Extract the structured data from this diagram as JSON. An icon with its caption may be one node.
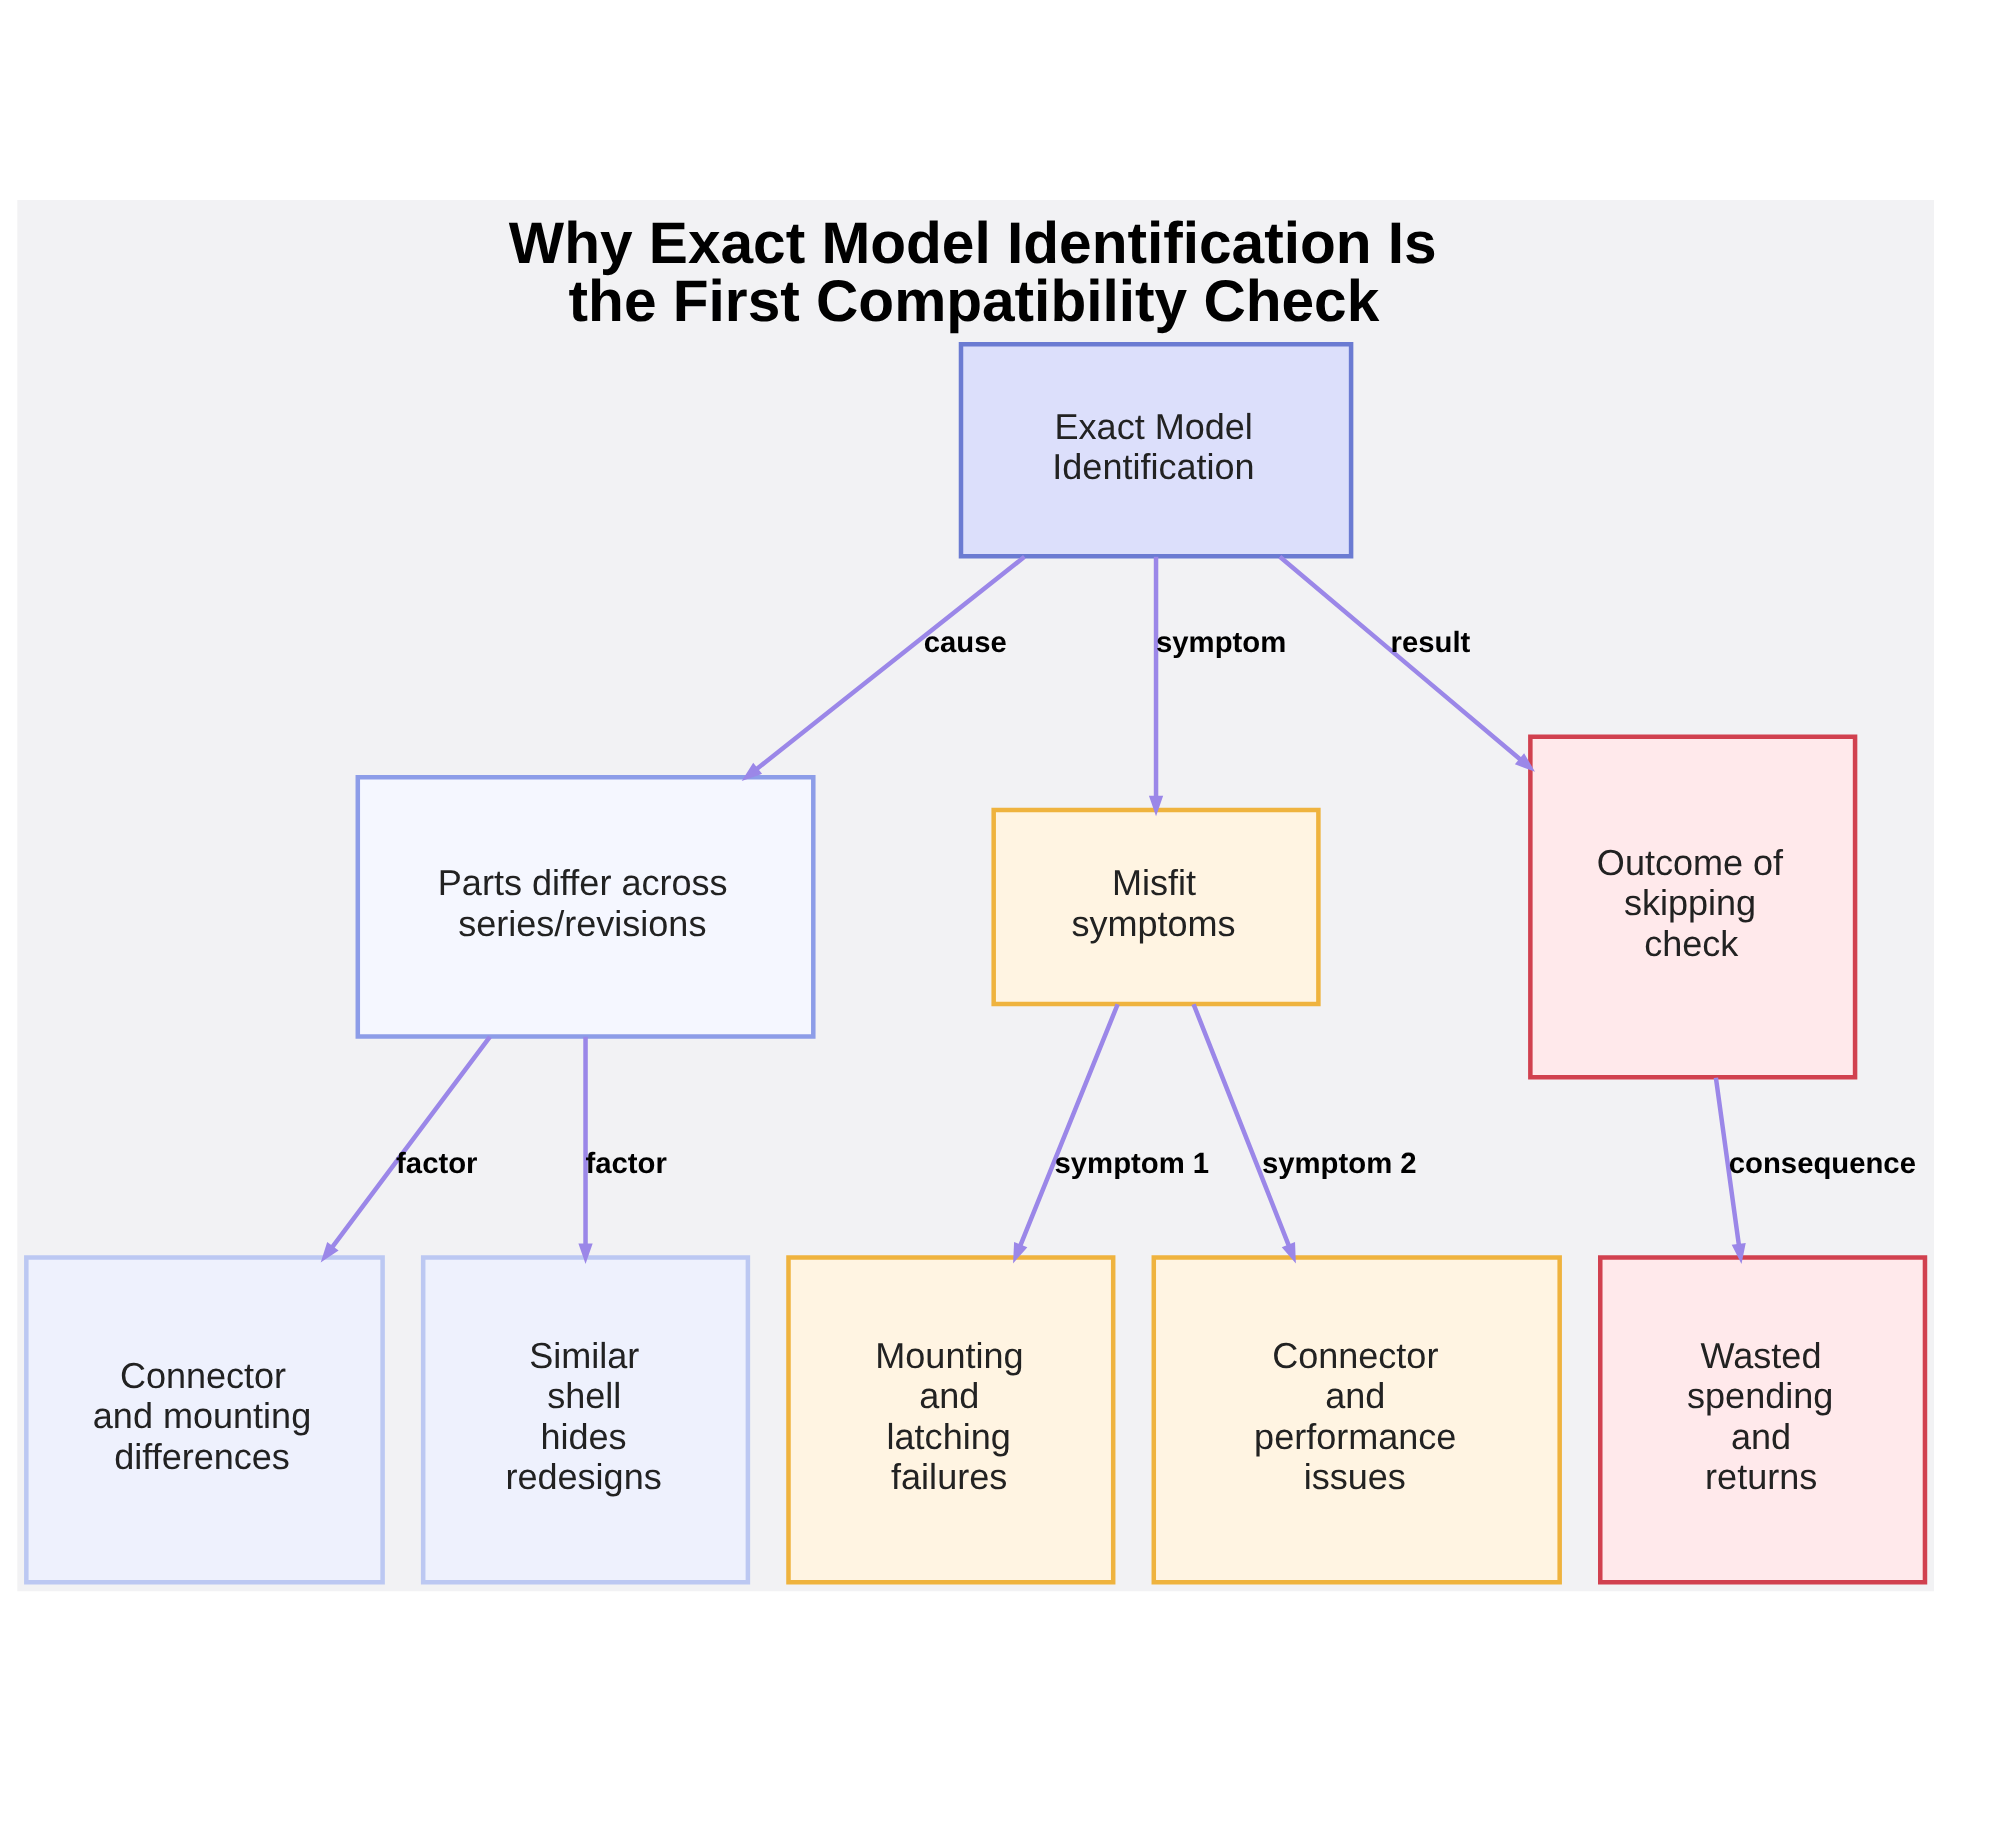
{
  "diagram": {
    "title": "Why Exact Model Identification Is the First Compatibility Check",
    "nodes": [
      {
        "text": [
          "Exact Model Identification"
        ]
      },
      {
        "text": [
          "Parts differ across series/revisions"
        ]
      },
      {
        "text": [
          "Misfit symptoms"
        ]
      },
      {
        "text": [
          "Outcome of skipping check"
        ]
      },
      {
        "text": [
          "Connector and mounting differences"
        ]
      },
      {
        "text": [
          "Similar shell hides redesigns"
        ]
      },
      {
        "text": [
          "Mounting and latching failures"
        ]
      },
      {
        "text": [
          "Connector and performance issues"
        ]
      },
      {
        "text": [
          "Wasted spending and returns"
        ]
      }
    ],
    "edges": [
      {
        "from": 0,
        "to": 1,
        "arrow": "to",
        "label": "cause"
      },
      {
        "from": 0,
        "to": 2,
        "arrow": "to",
        "label": "symptom"
      },
      {
        "from": 0,
        "to": 3,
        "arrow": "to",
        "label": "result"
      },
      {
        "from": 1,
        "to": 4,
        "arrow": "to",
        "label": "factor"
      },
      {
        "from": 1,
        "to": 5,
        "arrow": "to",
        "label": "factor"
      },
      {
        "from": 2,
        "to": 6,
        "arrow": "to",
        "label": "symptom 1"
      },
      {
        "from": 2,
        "to": 7,
        "arrow": "to",
        "label": "symptom 2"
      },
      {
        "from": 3,
        "to": 8,
        "arrow": "to",
        "label": "consequence"
      }
    ]
  }
}
